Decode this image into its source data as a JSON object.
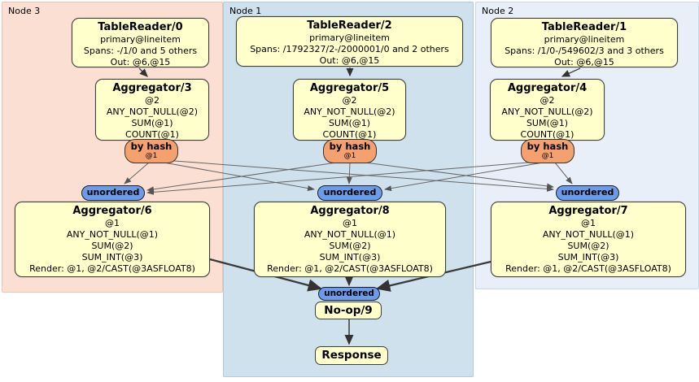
{
  "regions": {
    "node3": "Node 3",
    "node1": "Node 1",
    "node2": "Node 2"
  },
  "processors": {
    "tr0": {
      "title": "TableReader/0",
      "lines": [
        "primary@lineitem",
        "Spans: -/1/0 and 5 others",
        "Out: @6,@15"
      ]
    },
    "tr2": {
      "title": "TableReader/2",
      "lines": [
        "primary@lineitem",
        "Spans: /1792327/2-/2000001/0 and 2 others",
        "Out: @6,@15"
      ]
    },
    "tr1": {
      "title": "TableReader/1",
      "lines": [
        "primary@lineitem",
        "Spans: /1/0-/549602/3 and 3 others",
        "Out: @6,@15"
      ]
    },
    "agg3": {
      "title": "Aggregator/3",
      "lines": [
        "@2",
        "ANY_NOT_NULL(@2)",
        "SUM(@1)",
        "COUNT(@1)"
      ]
    },
    "agg5": {
      "title": "Aggregator/5",
      "lines": [
        "@2",
        "ANY_NOT_NULL(@2)",
        "SUM(@1)",
        "COUNT(@1)"
      ]
    },
    "agg4": {
      "title": "Aggregator/4",
      "lines": [
        "@2",
        "ANY_NOT_NULL(@2)",
        "SUM(@1)",
        "COUNT(@1)"
      ]
    },
    "agg6": {
      "title": "Aggregator/6",
      "lines": [
        "@1",
        "ANY_NOT_NULL(@1)",
        "SUM(@2)",
        "SUM_INT(@3)",
        "Render: @1, @2/CAST(@3ASFLOAT8)"
      ]
    },
    "agg8": {
      "title": "Aggregator/8",
      "lines": [
        "@1",
        "ANY_NOT_NULL(@1)",
        "SUM(@2)",
        "SUM_INT(@3)",
        "Render: @1, @2/CAST(@3ASFLOAT8)"
      ]
    },
    "agg7": {
      "title": "Aggregator/7",
      "lines": [
        "@1",
        "ANY_NOT_NULL(@1)",
        "SUM(@2)",
        "SUM_INT(@3)",
        "Render: @1, @2/CAST(@3ASFLOAT8)"
      ]
    },
    "noop": {
      "title": "No-op/9"
    },
    "response": {
      "title": "Response"
    }
  },
  "routers": {
    "hash3": {
      "label": "by hash",
      "detail": "@1"
    },
    "hash5": {
      "label": "by hash",
      "detail": "@1"
    },
    "hash4": {
      "label": "by hash",
      "detail": "@1"
    }
  },
  "streams": {
    "unordered6": "unordered",
    "unordered8": "unordered",
    "unordered7": "unordered",
    "unordered_final": "unordered"
  },
  "colors": {
    "node3_bg": "#fbdfd2",
    "node1_bg": "#cfe1ed",
    "node2_bg": "#e9eff8",
    "processor_fill": "#ffffcc",
    "router_fill": "#f5a06f",
    "stream_fill": "#6b9ceb",
    "edge_thin": "#666666",
    "edge_thick": "#3a3a3a"
  }
}
